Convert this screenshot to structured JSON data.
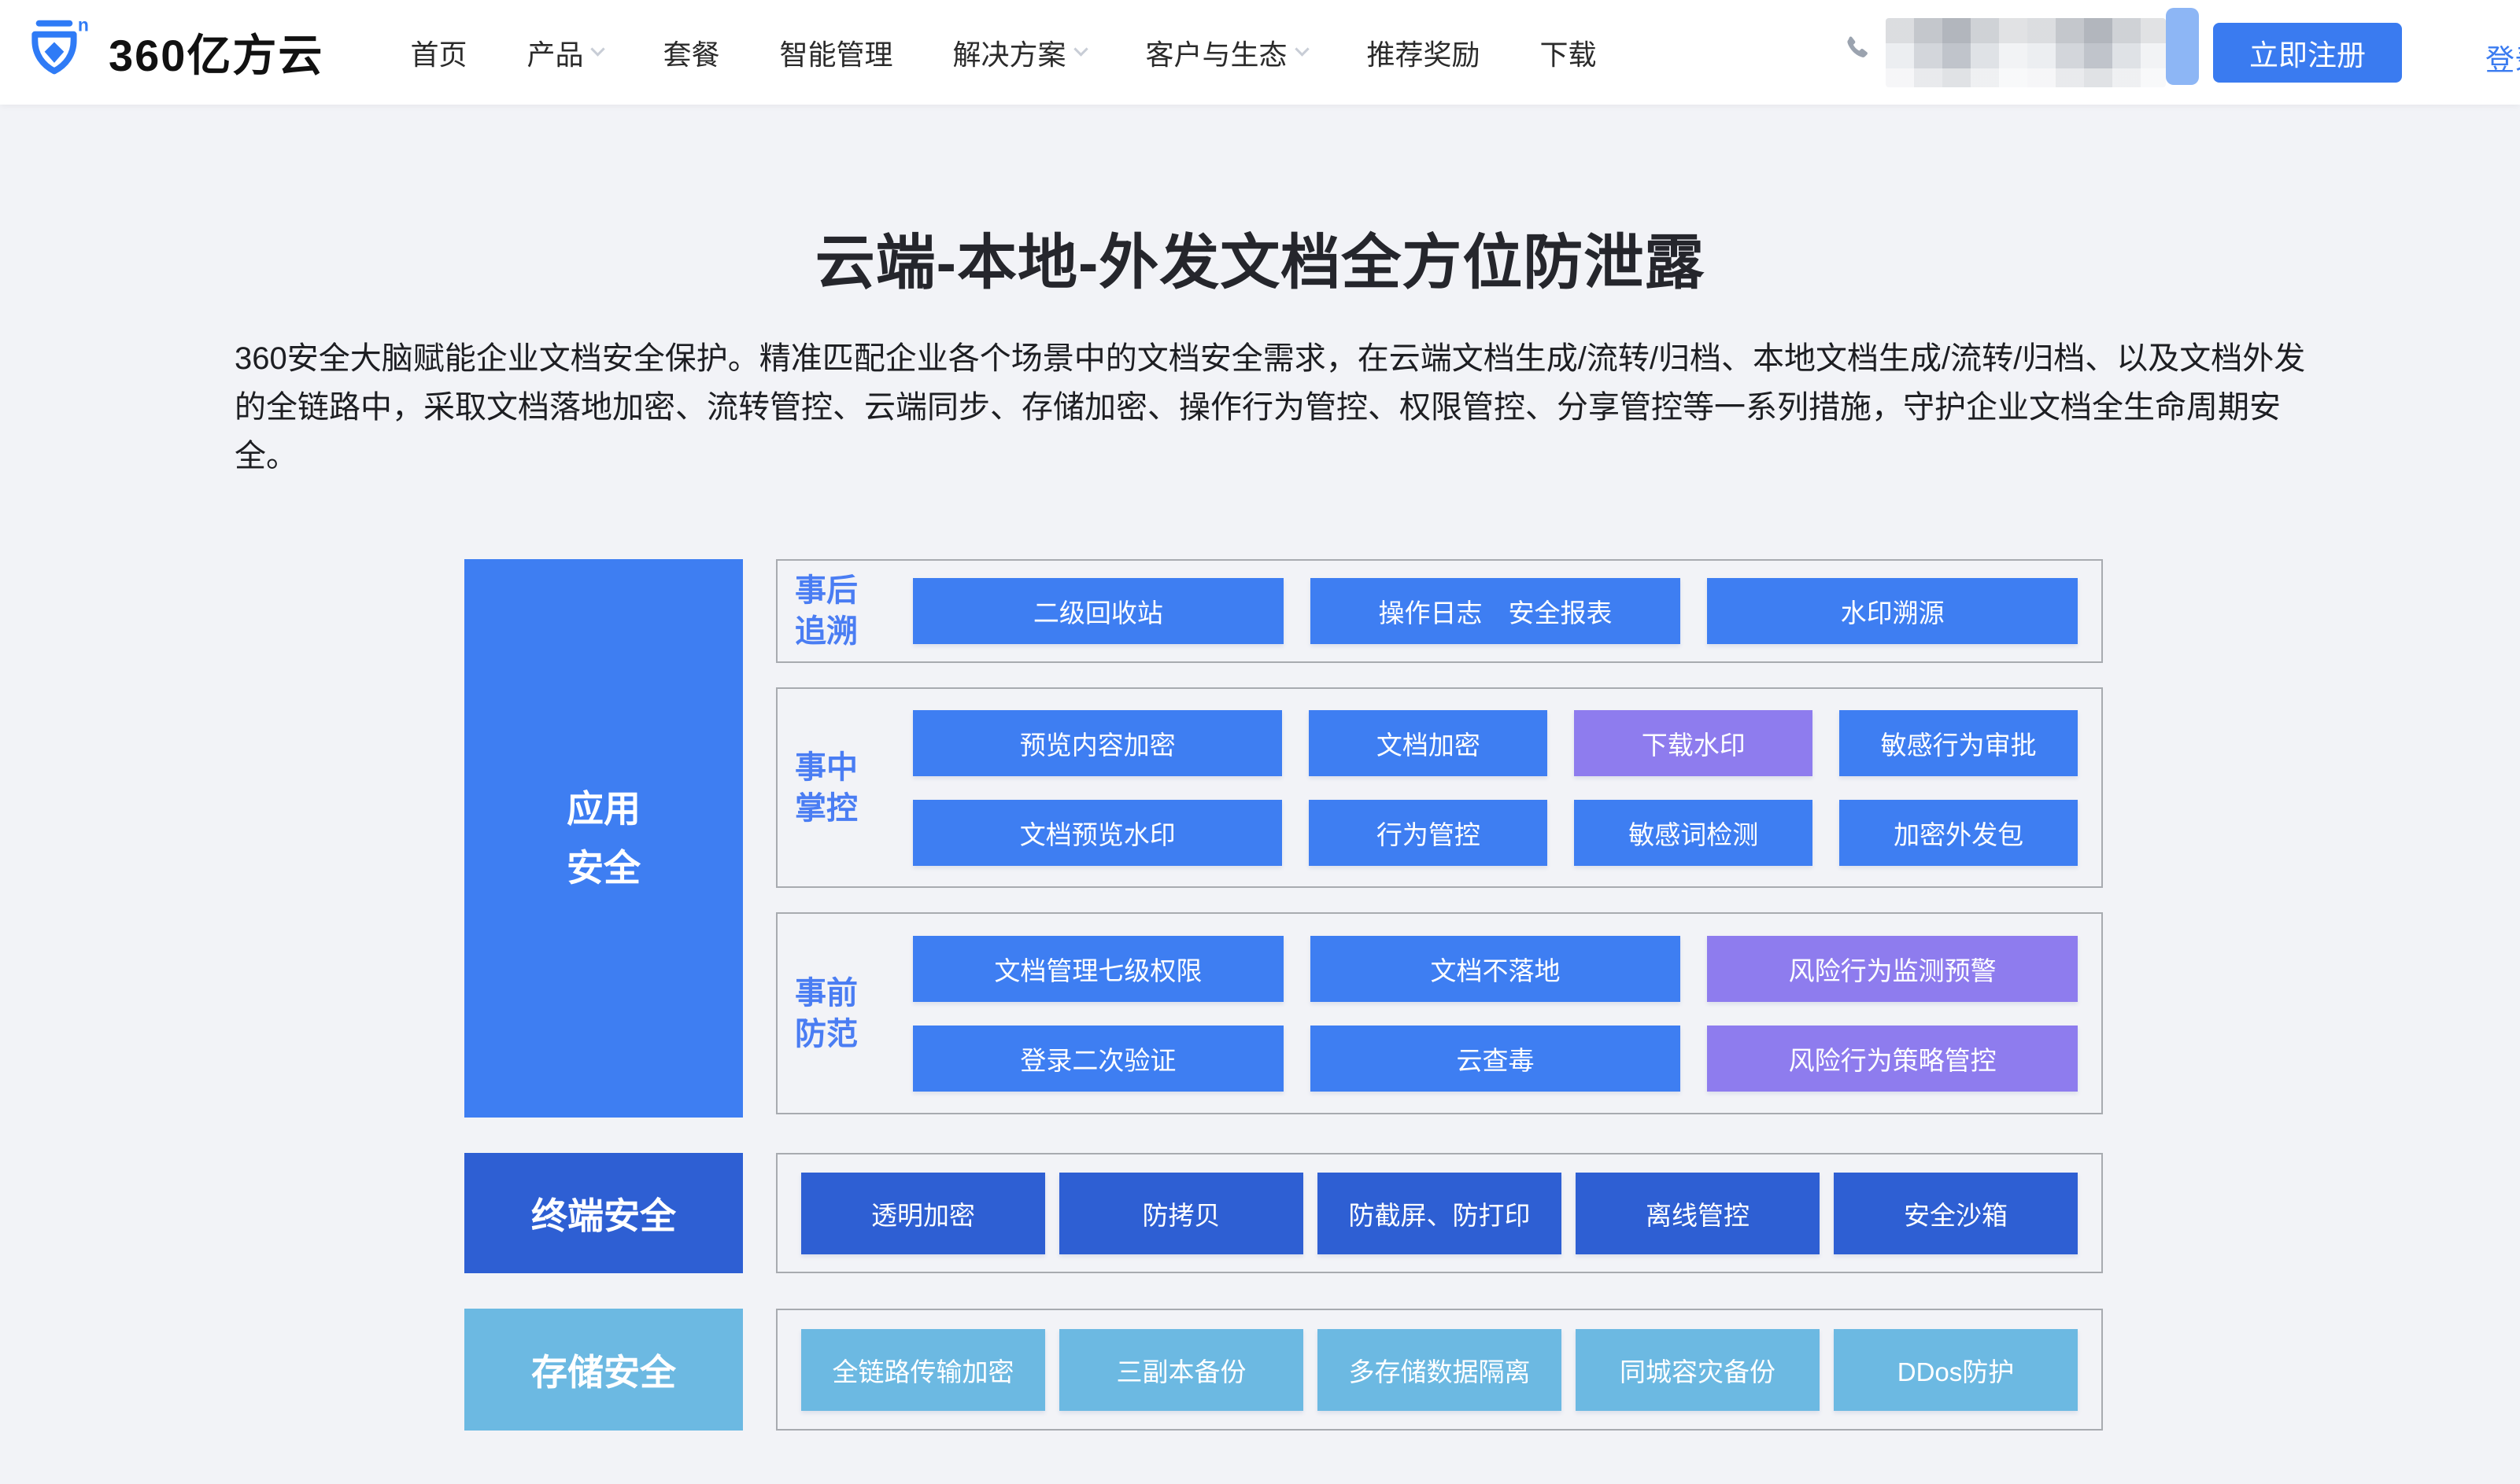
{
  "colors": {
    "accent": "#3a7bf0",
    "blue": "#3e7ef2",
    "purple": "#8e7cee",
    "dark_blue": "#2e5fd3",
    "light_blue": "#6cb9e2",
    "label_blue": "#4a7df3",
    "border": "#a8abb0",
    "bg": "#f2f3f7"
  },
  "header": {
    "logo_text": "360亿方云",
    "nav": [
      {
        "label": "首页",
        "dropdown": false
      },
      {
        "label": "产品",
        "dropdown": true
      },
      {
        "label": "套餐",
        "dropdown": false
      },
      {
        "label": "智能管理",
        "dropdown": false
      },
      {
        "label": "解决方案",
        "dropdown": true
      },
      {
        "label": "客户与生态",
        "dropdown": true
      },
      {
        "label": "推荐奖励",
        "dropdown": false
      },
      {
        "label": "下载",
        "dropdown": false
      }
    ],
    "phone_icon": "phone-icon",
    "phone_number_state": "blurred",
    "register_label": "立即注册",
    "login_label": "登录"
  },
  "hero": {
    "title": "云端-本地-外发文档全方位防泄露",
    "description": "360安全大脑赋能企业文档安全保护。精准匹配企业各个场景中的文档安全需求，在云端文档生成/流转/归档、本地文档生成/流转/归档、以及文档外发的全链路中，采取文档落地加密、流转管控、云端同步、存储加密、操作行为管控、权限管控、分享管控等一系列措施，守护企业文档全生命周期安全。"
  },
  "matrix": {
    "side": {
      "app": "应用\n安全",
      "terminal": "终端安全",
      "storage": "存储安全"
    },
    "phases": [
      "事后\n追溯",
      "事中\n掌控",
      "事前\n防范"
    ],
    "g1": [
      {
        "label": "二级回收站",
        "variant": "blue"
      },
      {
        "label": "操作日志　安全报表",
        "variant": "blue"
      },
      {
        "label": "水印溯源",
        "variant": "blue"
      }
    ],
    "g2r1": [
      {
        "label": "预览内容加密",
        "variant": "blue"
      },
      {
        "label": "文档加密",
        "variant": "blue"
      },
      {
        "label": "下载水印",
        "variant": "purple"
      },
      {
        "label": "敏感行为审批",
        "variant": "blue"
      }
    ],
    "g2r2": [
      {
        "label": "文档预览水印",
        "variant": "blue"
      },
      {
        "label": "行为管控",
        "variant": "blue"
      },
      {
        "label": "敏感词检测",
        "variant": "blue"
      },
      {
        "label": "加密外发包",
        "variant": "blue"
      }
    ],
    "g3r1": [
      {
        "label": "文档管理七级权限",
        "variant": "blue"
      },
      {
        "label": "文档不落地",
        "variant": "blue"
      },
      {
        "label": "风险行为监测预警",
        "variant": "purple"
      }
    ],
    "g3r2": [
      {
        "label": "登录二次验证",
        "variant": "blue"
      },
      {
        "label": "云查毒",
        "variant": "blue"
      },
      {
        "label": "风险行为策略管控",
        "variant": "purple"
      }
    ],
    "g4": [
      {
        "label": "透明加密",
        "variant": "dark"
      },
      {
        "label": "防拷贝",
        "variant": "dark"
      },
      {
        "label": "防截屏、防打印",
        "variant": "dark"
      },
      {
        "label": "离线管控",
        "variant": "dark"
      },
      {
        "label": "安全沙箱",
        "variant": "dark"
      }
    ],
    "g5": [
      {
        "label": "全链路传输加密",
        "variant": "light"
      },
      {
        "label": "三副本备份",
        "variant": "light"
      },
      {
        "label": "多存储数据隔离",
        "variant": "light"
      },
      {
        "label": "同城容灾备份",
        "variant": "light"
      },
      {
        "label": "DDos防护",
        "variant": "light"
      }
    ]
  }
}
